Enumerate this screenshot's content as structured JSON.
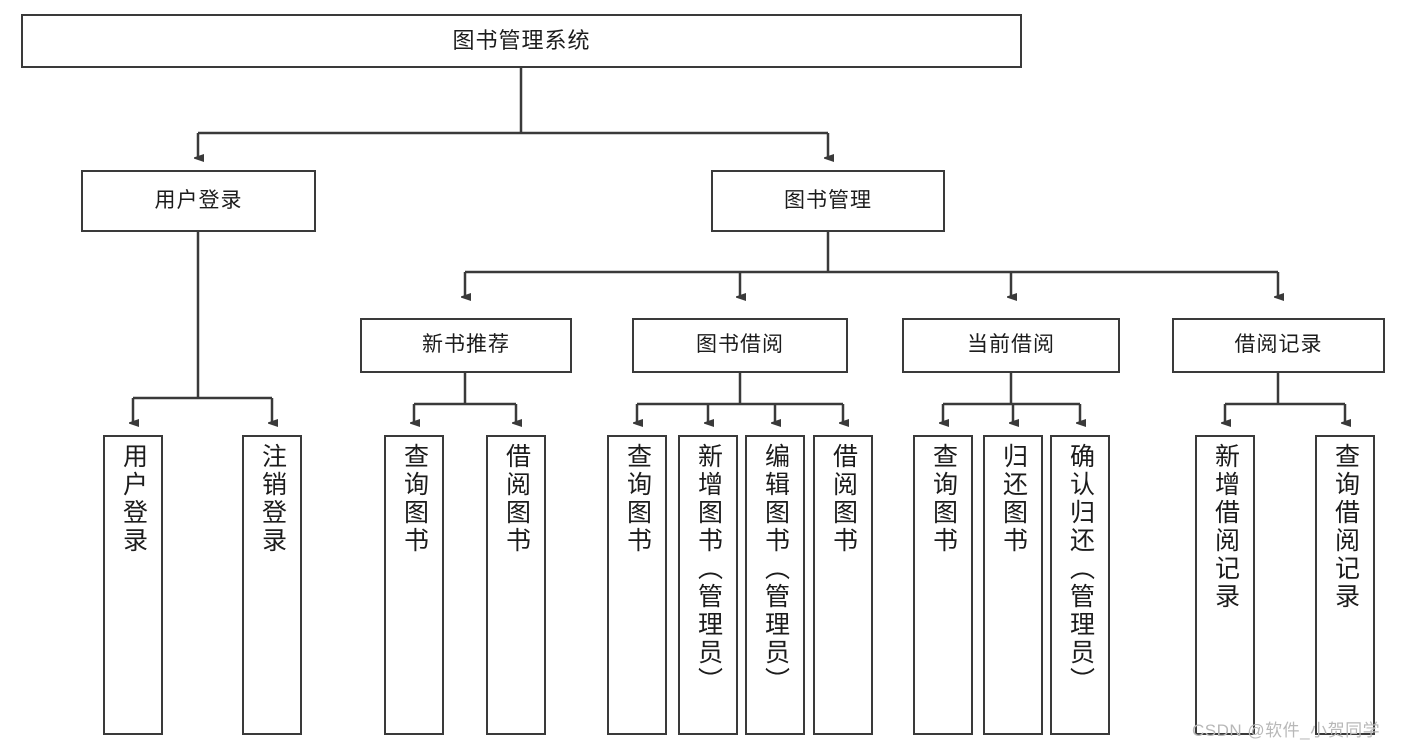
{
  "diagram": {
    "title": "图书管理系统",
    "type": "function-hierarchy-tree",
    "watermark": "CSDN @软件_小贺同学",
    "colors": {
      "box_border": "#3a3a3a",
      "box_fill": "#ffffff",
      "connector": "#3a3a3a",
      "text": "#1c1c1c",
      "watermark": "#b8b8b8"
    }
  },
  "nodes": {
    "root": {
      "label": "图书管理系统"
    },
    "level1": [
      {
        "label": "用户登录"
      },
      {
        "label": "图书管理"
      }
    ],
    "level2": [
      {
        "label": "新书推荐"
      },
      {
        "label": "图书借阅"
      },
      {
        "label": "当前借阅"
      },
      {
        "label": "借阅记录"
      }
    ],
    "leaves": {
      "user_login": [
        {
          "label": "用户登录"
        },
        {
          "label": "注销登录"
        }
      ],
      "new_book_recommend": [
        {
          "label": "查询图书"
        },
        {
          "label": "借阅图书"
        }
      ],
      "book_borrow": [
        {
          "label": "查询图书"
        },
        {
          "label": "新增图书（管理员）"
        },
        {
          "label": "编辑图书（管理员）"
        },
        {
          "label": "借阅图书"
        }
      ],
      "current_borrow": [
        {
          "label": "查询图书"
        },
        {
          "label": "归还图书"
        },
        {
          "label": "确认归还（管理员）"
        }
      ],
      "borrow_record": [
        {
          "label": "新增借阅记录"
        },
        {
          "label": "查询借阅记录"
        }
      ]
    }
  }
}
